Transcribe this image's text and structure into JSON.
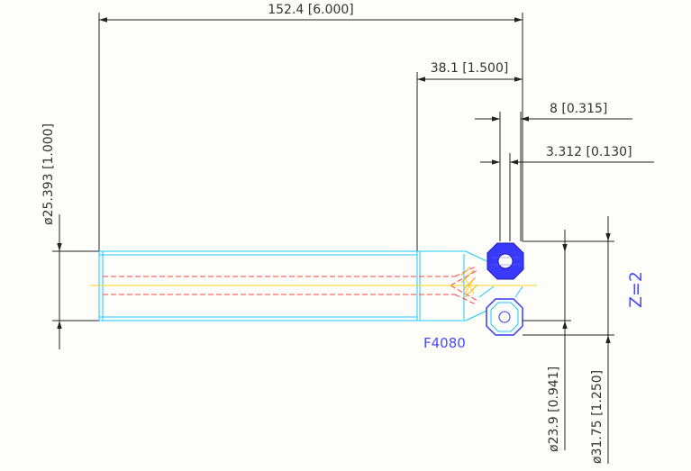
{
  "dimensions": {
    "overall_length": "152.4 [6.000]",
    "tip_length": "38.1 [1.500]",
    "flute_width": "8 [0.315]",
    "flute_offset": "3.312 [0.130]",
    "shank_diameter": "ø25.393 [1.000]",
    "cutting_diameter_inner": "ø23.9 [0.941]",
    "cutting_diameter_outer": "ø31.75 [1.250]"
  },
  "labels": {
    "part_number": "F4080",
    "flute_count": "Z=2"
  },
  "colors": {
    "background": "#fdfdf9",
    "dimension_lines": "#222222",
    "outline": "#1ec8ff",
    "hidden_lines": "#ff4444",
    "centerline": "#ffd21e",
    "insert": "#3a3aff",
    "label_blue": "#4a4aff"
  }
}
